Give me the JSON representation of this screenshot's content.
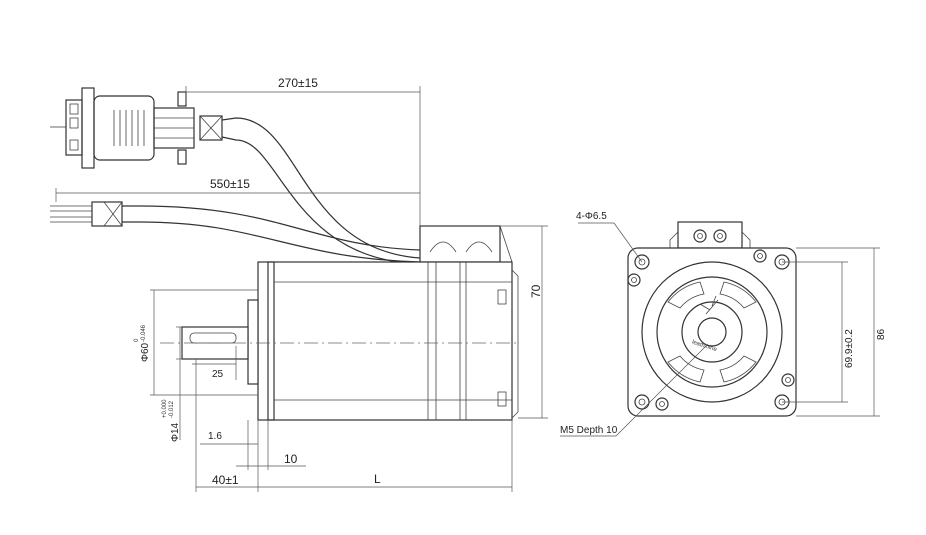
{
  "dimensions": {
    "cable_encoder": "270±15",
    "cable_power": "550±15",
    "height": "70",
    "shaft_dia": "Φ60",
    "shaft_dia_tol": "0",
    "shaft_dia_tol2": "-0.046",
    "shaft_length": "25",
    "key_dia": "Φ14",
    "key_dia_tol": "+0.000",
    "key_dia_tol2": "-0.012",
    "flange_thickness": "1.6",
    "flange_width": "10",
    "shaft_extension": "40±1",
    "body_length": "L",
    "bolt_holes": "4-Φ6.5",
    "tap": "M5 Depth 10",
    "bolt_circle": "69.9±0.2",
    "flange_square": "86"
  }
}
